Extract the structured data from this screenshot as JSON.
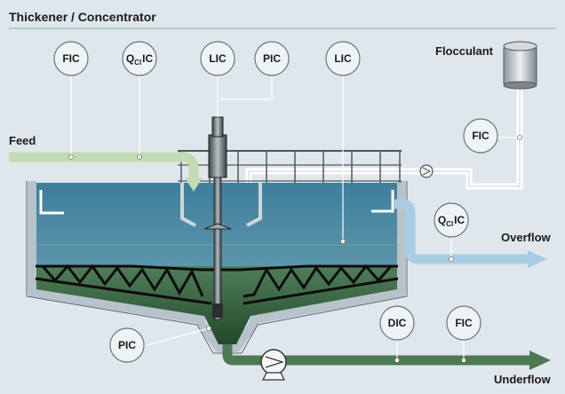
{
  "title": "Thickener / Concentrator",
  "labels": {
    "feed": "Feed",
    "flocculant": "Flocculant",
    "overflow": "Overflow",
    "underflow": "Underflow"
  },
  "instruments": {
    "fic_feed": "FIC",
    "qcl_feed": {
      "q": "Q",
      "sub": "Cl",
      "tail": "IC"
    },
    "lic_rake": "LIC",
    "pic_top": "PIC",
    "lic_tank": "LIC",
    "fic_flocculant": "FIC",
    "qcl_overflow": {
      "q": "Q",
      "sub": "Cl",
      "tail": "IC"
    },
    "pic_bottom": "PIC",
    "dic_underflow": "DIC",
    "fic_underflow": "FIC"
  },
  "colors": {
    "background": "#dfe7ec",
    "feed_pipe": "#c3dbb3",
    "overflow_pipe": "#a9cde4",
    "underflow_pipe": "#4c7a52",
    "water": "#4d89a3",
    "sludge": "#2f5a37",
    "tank_wall": "#c3ccd3"
  }
}
